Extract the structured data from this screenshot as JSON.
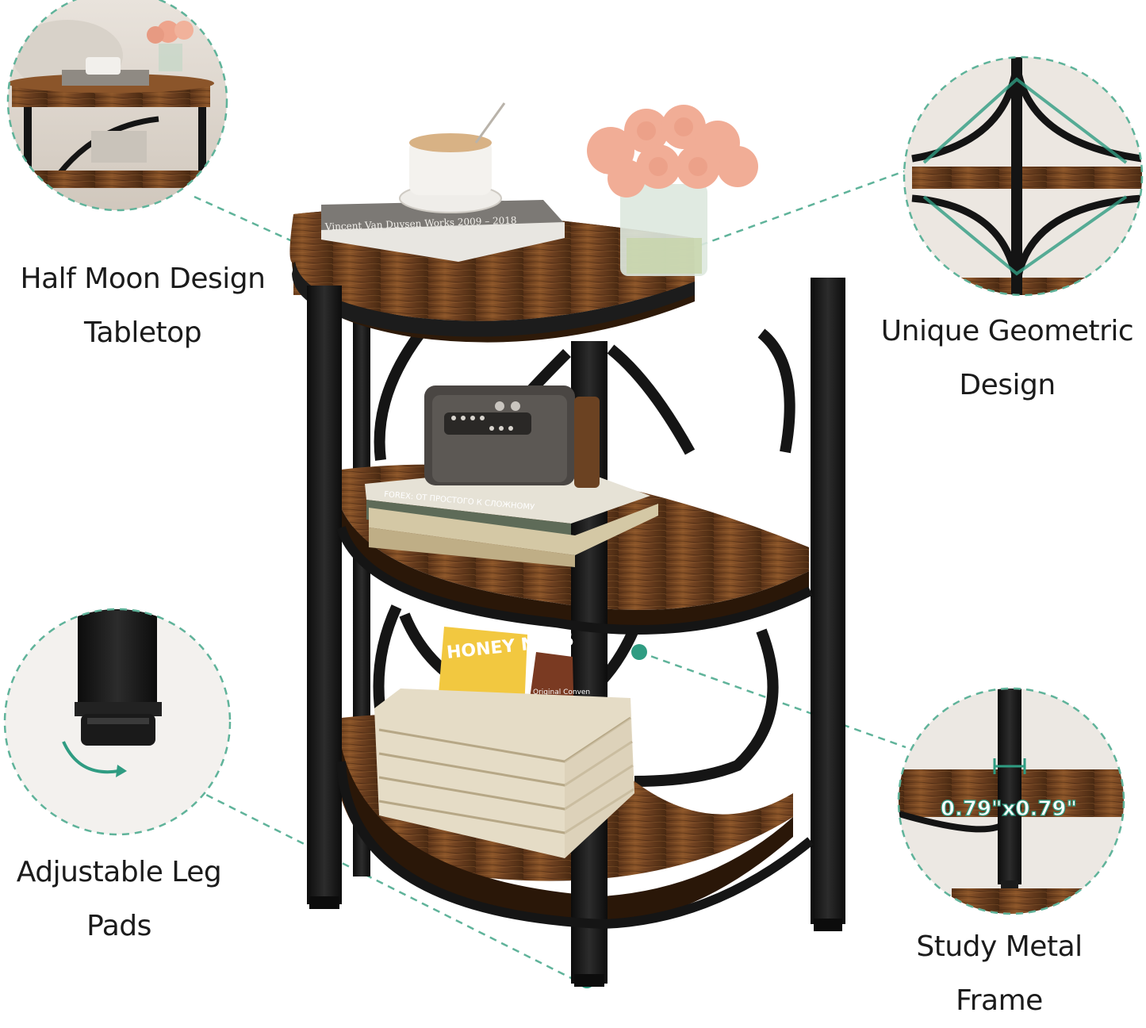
{
  "colors": {
    "accent_dash": "#5fb39a",
    "dot": "#2f9c82",
    "frame_black": "#151515",
    "wood_mid": "#7a4a24",
    "wood_dark": "#4e2c14",
    "wood_light": "#a26a38"
  },
  "callouts": {
    "half_moon": {
      "line1": "Half Moon Design",
      "line2": "Tabletop"
    },
    "geometric": {
      "line1": "Unique Geometric",
      "line2": "Design"
    },
    "leg_pads": {
      "line1": "Adjustable Leg",
      "line2": "Pads"
    },
    "frame": {
      "line1": "Study Metal",
      "line2": "Frame",
      "dimension": "0.79\"x0.79\""
    }
  },
  "props": {
    "book_top_title": "Vincent Van Duysen  Works 2009 – 2018",
    "snack_bag": "HONEY NUTS",
    "coffee_bag": "Original Conven",
    "book_shelf": "FOREX: ОТ ПРОСТОГО К СЛОЖНОМУ"
  }
}
